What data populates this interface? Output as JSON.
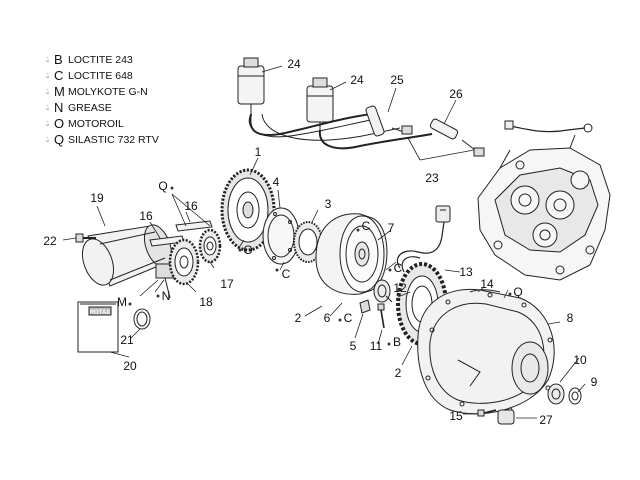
{
  "legend": [
    {
      "code": "B",
      "text": "LOCTITE 243"
    },
    {
      "code": "C",
      "text": "LOCTITE 648"
    },
    {
      "code": "M",
      "text": "MOLYKOTE G-N"
    },
    {
      "code": "N",
      "text": "GREASE"
    },
    {
      "code": "O",
      "text": "MOTOROIL"
    },
    {
      "code": "Q",
      "text": "SILASTIC 732 RTV"
    }
  ],
  "manual_label": "ROTAX",
  "callouts": {
    "n1": "1",
    "n2a": "2",
    "n2b": "2",
    "n3": "3",
    "n4": "4",
    "n5": "5",
    "n6": "6",
    "n7": "7",
    "n8": "8",
    "n9": "9",
    "n10": "10",
    "n11": "11",
    "n12": "12",
    "n13": "13",
    "n14": "14",
    "n15": "15",
    "n16a": "16",
    "n16b": "16",
    "n17": "17",
    "n18": "18",
    "n19": "19",
    "n20": "20",
    "n21": "21",
    "n22": "22",
    "n23": "23",
    "n24a": "24",
    "n24b": "24",
    "n25": "25",
    "n26": "26",
    "n27": "27",
    "qa": "Q",
    "qb": "Q",
    "ca": "C",
    "cb": "C",
    "cc": "C",
    "cd": "C",
    "o": "O",
    "m": "M",
    "n": "N",
    "b": "B"
  }
}
